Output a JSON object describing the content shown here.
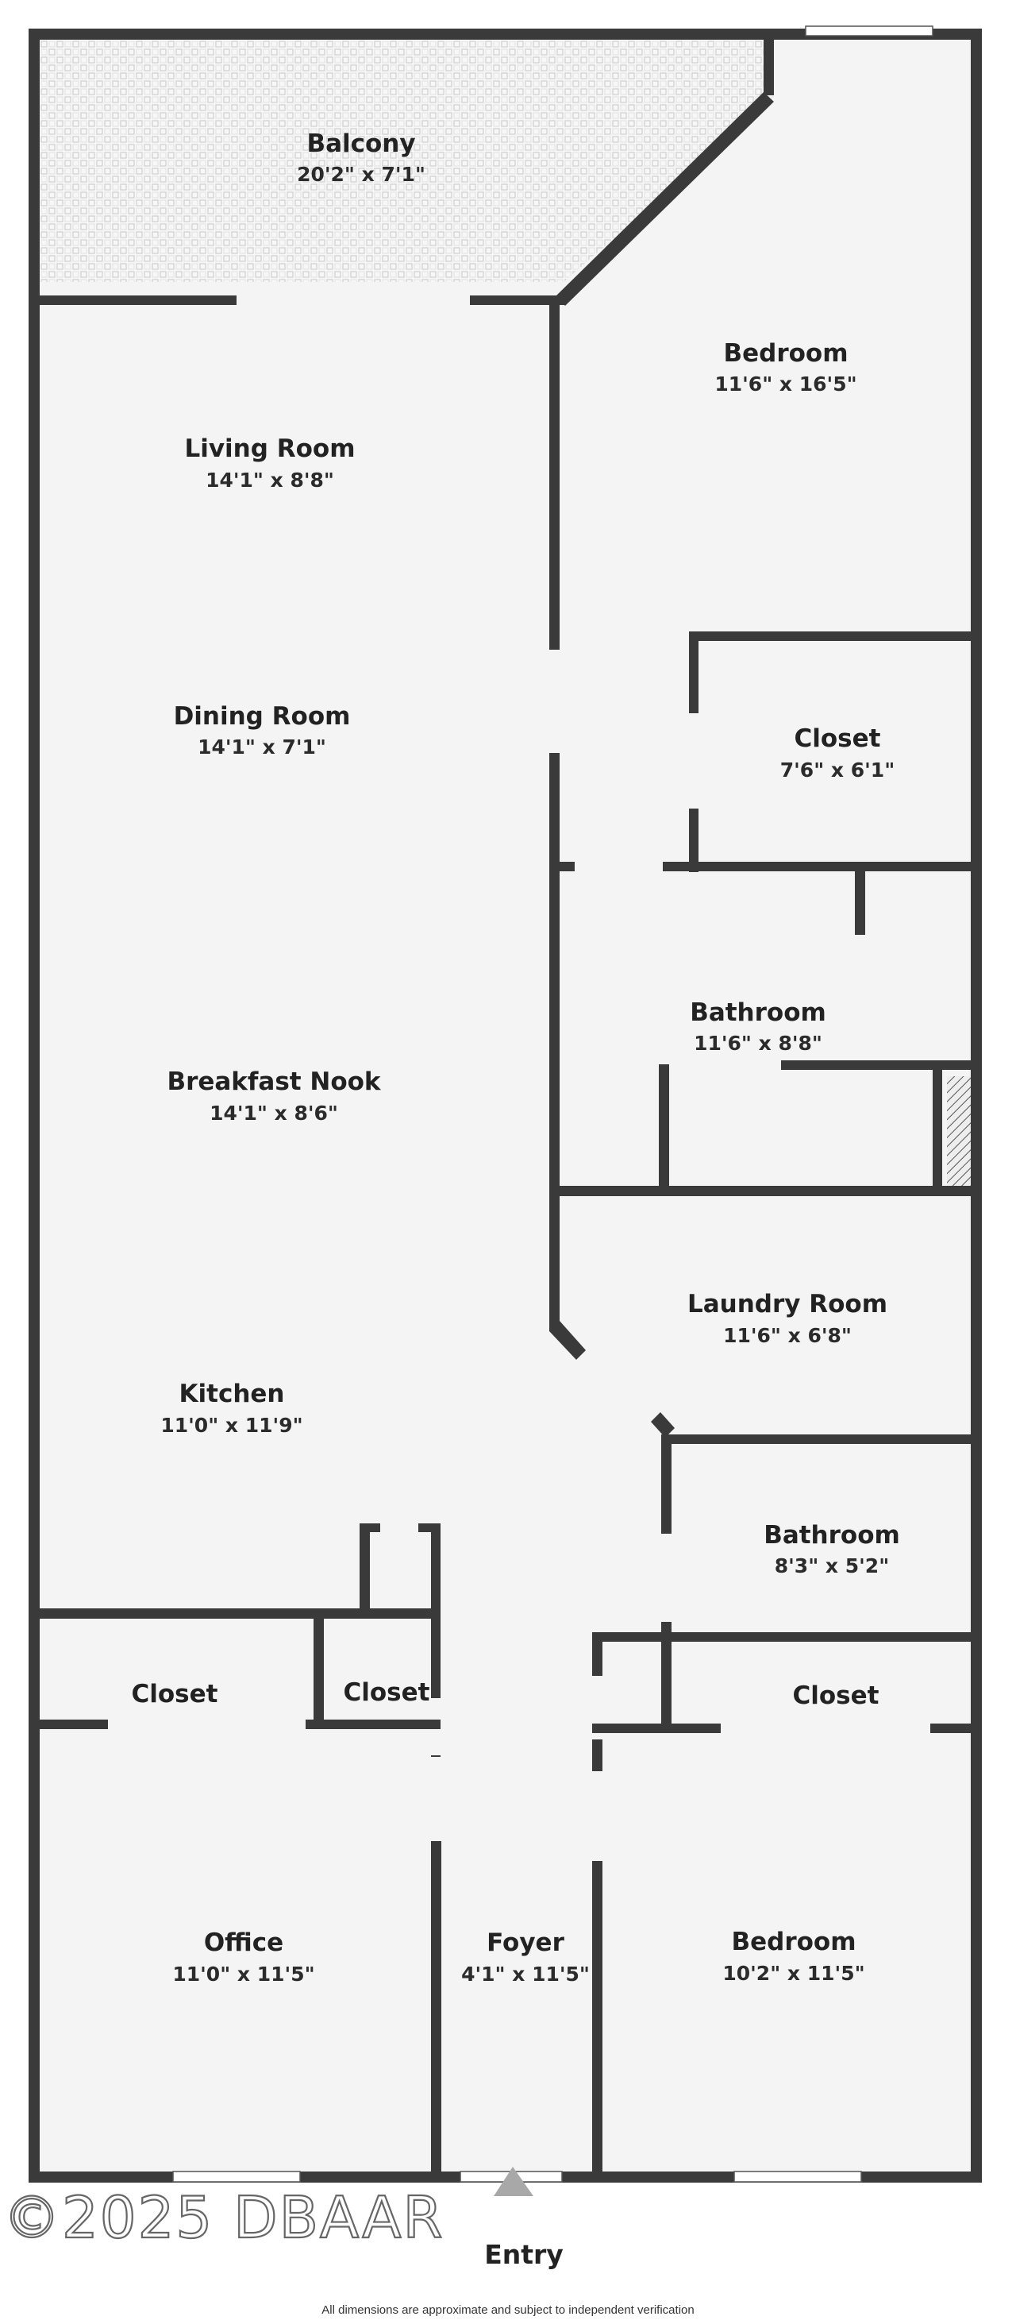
{
  "rooms": [
    {
      "id": "balcony",
      "name": "Balcony",
      "dims": "20'2\" x 7'1\""
    },
    {
      "id": "bedroom-1",
      "name": "Bedroom",
      "dims": "11'6\" x 16'5\""
    },
    {
      "id": "living-room",
      "name": "Living Room",
      "dims": "14'1\" x 8'8\""
    },
    {
      "id": "dining-room",
      "name": "Dining Room",
      "dims": "14'1\" x 7'1\""
    },
    {
      "id": "closet-1",
      "name": "Closet",
      "dims": "7'6\" x 6'1\""
    },
    {
      "id": "bathroom-1",
      "name": "Bathroom",
      "dims": "11'6\" x 8'8\""
    },
    {
      "id": "breakfast-nook",
      "name": "Breakfast Nook",
      "dims": "14'1\" x 8'6\""
    },
    {
      "id": "laundry-room",
      "name": "Laundry Room",
      "dims": "11'6\" x 6'8\""
    },
    {
      "id": "kitchen",
      "name": "Kitchen",
      "dims": "11'0\" x 11'9\""
    },
    {
      "id": "bathroom-2",
      "name": "Bathroom",
      "dims": "8'3\" x 5'2\""
    },
    {
      "id": "closet-2",
      "name": "Closet",
      "dims": ""
    },
    {
      "id": "closet-3",
      "name": "Closet",
      "dims": ""
    },
    {
      "id": "closet-4",
      "name": "Closet",
      "dims": ""
    },
    {
      "id": "office",
      "name": "Office",
      "dims": "11'0\" x 11'5\""
    },
    {
      "id": "foyer",
      "name": "Foyer",
      "dims": "4'1\" x 11'5\""
    },
    {
      "id": "bedroom-2",
      "name": "Bedroom",
      "dims": "10'2\" x 11'5\""
    }
  ],
  "entry_label": "Entry",
  "watermark": "©2025 DBAAR",
  "footer_note": "All dimensions are approximate and subject to independent verification",
  "colors": {
    "wall": "#3a3a3a",
    "floor": "#f4f4f4",
    "balcony_tile": "#d9d9d9",
    "window": "#ffffff",
    "entry_arrow": "#a8a8a8"
  }
}
